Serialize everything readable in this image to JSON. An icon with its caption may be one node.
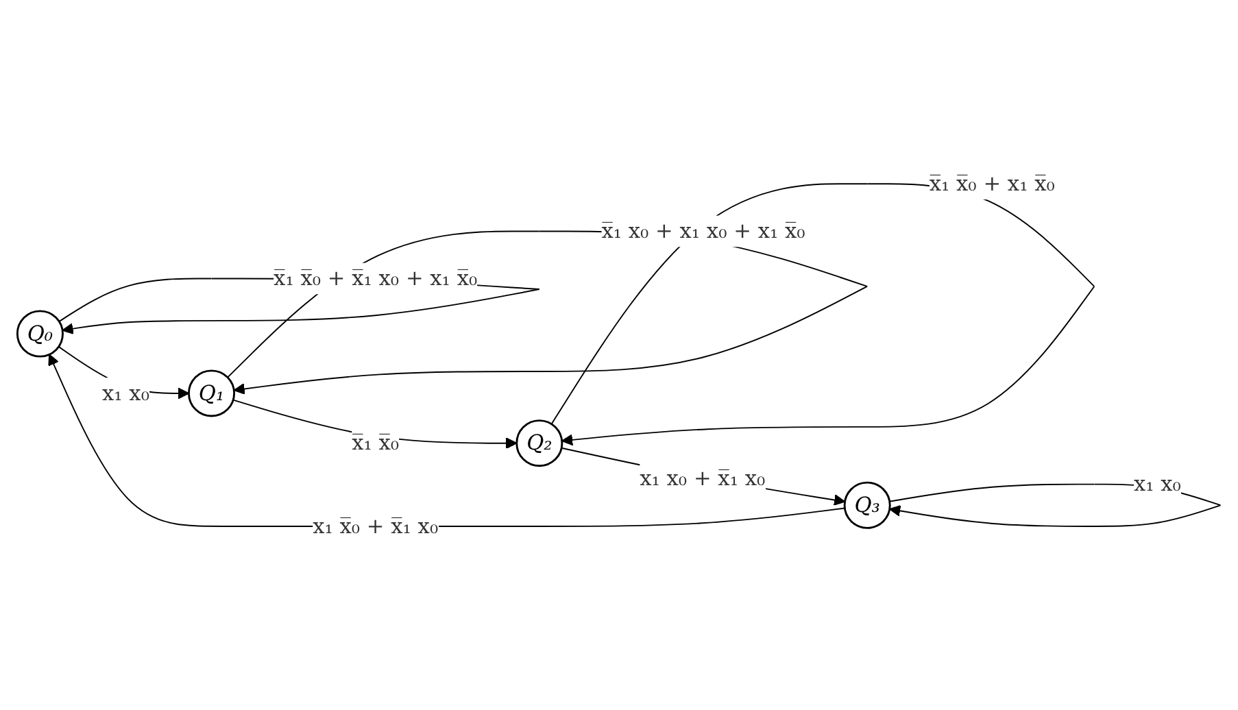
{
  "diagram": {
    "nodes": [
      {
        "text": [
          "Q₀"
        ]
      },
      {
        "text": [
          "Q₁"
        ]
      },
      {
        "text": [
          "Q₂"
        ]
      },
      {
        "text": [
          "Q₃"
        ]
      }
    ],
    "edges": [
      {
        "from": 0,
        "to": 0,
        "arrow": "to",
        "label": "x̅₁ x̅₀ + x̅₁ x₀ + x₁ x̅₀"
      },
      {
        "from": 0,
        "to": 1,
        "arrow": "to",
        "label": "x₁ x₀"
      },
      {
        "from": 1,
        "to": 1,
        "arrow": "to",
        "label": "x̅₁ x₀ + x₁ x₀ + x₁ x̅₀"
      },
      {
        "from": 1,
        "to": 2,
        "arrow": "to",
        "label": "x̅₁ x̅₀"
      },
      {
        "from": 2,
        "to": 2,
        "arrow": "to",
        "label": "x̅₁ x̅₀ + x₁ x̅₀"
      },
      {
        "from": 2,
        "to": 3,
        "arrow": "to",
        "label": "x₁ x₀ + x̅₁ x₀"
      },
      {
        "from": 3,
        "to": 3,
        "arrow": "to",
        "label": "x₁ x₀"
      },
      {
        "from": 3,
        "to": 0,
        "arrow": "to",
        "label": "x₁ x̅₀ + x̅₁ x₀"
      }
    ]
  }
}
